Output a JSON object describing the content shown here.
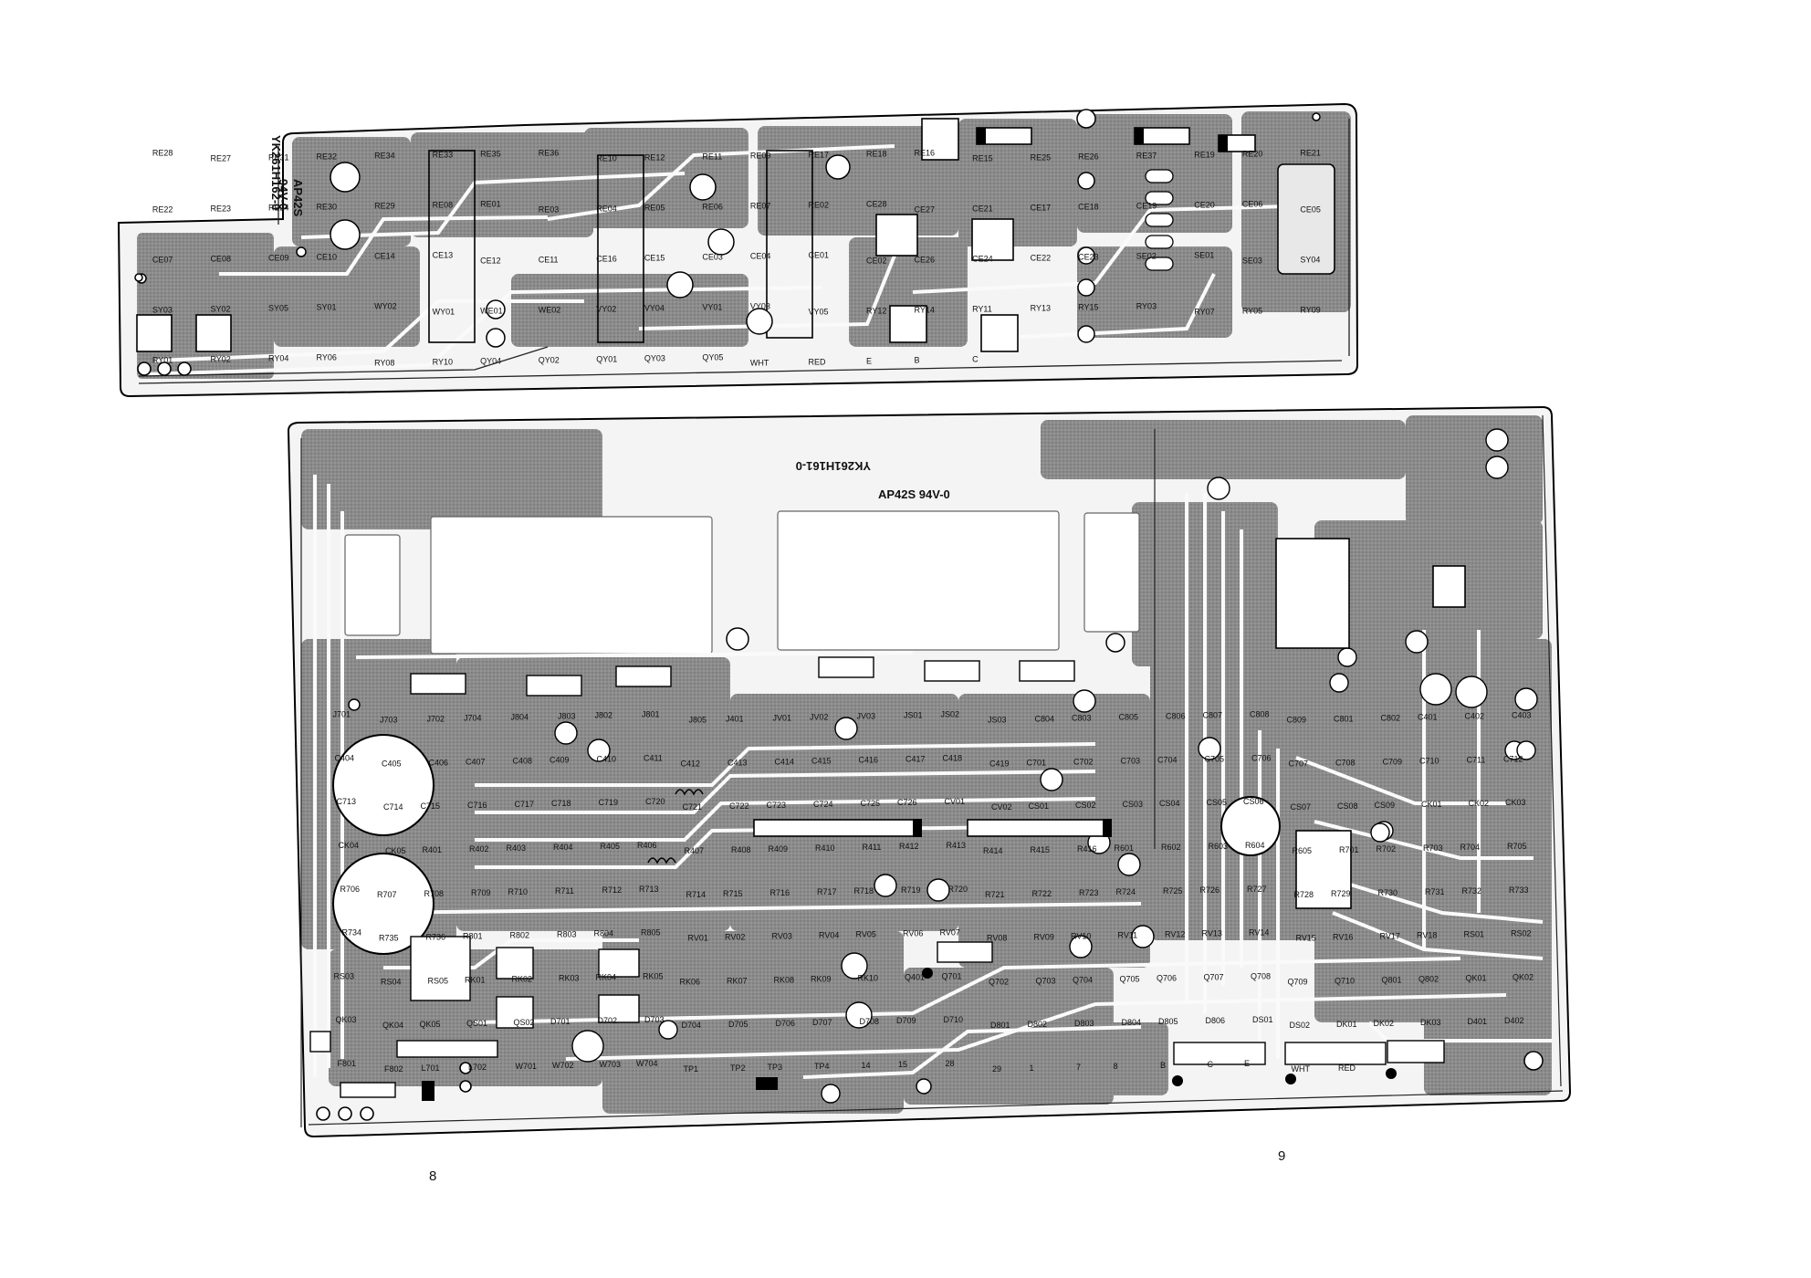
{
  "page_numbers": {
    "left": "8",
    "right": "9"
  },
  "upper_board": {
    "id_text": "YK261H162-0",
    "rating_text": "AP42S\n94V-0",
    "components": [
      "RE28",
      "RE27",
      "RE31",
      "RE32",
      "RE34",
      "RE33",
      "RE35",
      "RE36",
      "RE10",
      "RE12",
      "RE11",
      "RE09",
      "RE17",
      "RE18",
      "RE16",
      "RE15",
      "RE25",
      "RE26",
      "RE37",
      "RE19",
      "RE20",
      "RE21",
      "RE22",
      "RE23",
      "RE24",
      "RE30",
      "RE29",
      "RE08",
      "RE01",
      "RE03",
      "RE04",
      "RE05",
      "RE06",
      "RE07",
      "RE02",
      "CE28",
      "CE27",
      "CE21",
      "CE17",
      "CE18",
      "CE19",
      "CE20",
      "CE06",
      "CE05",
      "CE07",
      "CE08",
      "CE09",
      "CE10",
      "CE14",
      "CE13",
      "CE12",
      "CE11",
      "CE16",
      "CE15",
      "CE03",
      "CE04",
      "CE01",
      "CE02",
      "CE26",
      "CE24",
      "CE22",
      "CE23",
      "SE02",
      "SE01",
      "SE03",
      "SY04",
      "SY03",
      "SY02",
      "SY05",
      "SY01",
      "WY02",
      "WY01",
      "WE01",
      "WE02",
      "VY02",
      "VY04",
      "VY01",
      "VY03",
      "VY05",
      "RY12",
      "RY14",
      "RY11",
      "RY13",
      "RY15",
      "RY03",
      "RY07",
      "RY05",
      "RY09",
      "RY01",
      "RY02",
      "RY04",
      "RY06",
      "RY08",
      "RY10",
      "QY04",
      "QY02",
      "QY01",
      "QY03",
      "QY05",
      "WHT",
      "RED",
      "E",
      "B",
      "C"
    ]
  },
  "lower_board": {
    "id_text": "YK261H161-0",
    "rating_text": "AP42S 94V-0",
    "components": [
      "J701",
      "J703",
      "J702",
      "J704",
      "J804",
      "J803",
      "J802",
      "J801",
      "J805",
      "J401",
      "JV01",
      "JV02",
      "JV03",
      "JS01",
      "JS02",
      "JS03",
      "C804",
      "C803",
      "C805",
      "C806",
      "C807",
      "C808",
      "C809",
      "C801",
      "C802",
      "C401",
      "C402",
      "C403",
      "C404",
      "C405",
      "C406",
      "C407",
      "C408",
      "C409",
      "C410",
      "C411",
      "C412",
      "C413",
      "C414",
      "C415",
      "C416",
      "C417",
      "C418",
      "C419",
      "C701",
      "C702",
      "C703",
      "C704",
      "C705",
      "C706",
      "C707",
      "C708",
      "C709",
      "C710",
      "C711",
      "C712",
      "C713",
      "C714",
      "C715",
      "C716",
      "C717",
      "C718",
      "C719",
      "C720",
      "C721",
      "C722",
      "C723",
      "C724",
      "C725",
      "C726",
      "CV01",
      "CV02",
      "CS01",
      "CS02",
      "CS03",
      "CS04",
      "CS05",
      "CS06",
      "CS07",
      "CS08",
      "CS09",
      "CK01",
      "CK02",
      "CK03",
      "CK04",
      "CK05",
      "R401",
      "R402",
      "R403",
      "R404",
      "R405",
      "R406",
      "R407",
      "R408",
      "R409",
      "R410",
      "R411",
      "R412",
      "R413",
      "R414",
      "R415",
      "R416",
      "R601",
      "R602",
      "R603",
      "R604",
      "R605",
      "R701",
      "R702",
      "R703",
      "R704",
      "R705",
      "R706",
      "R707",
      "R708",
      "R709",
      "R710",
      "R711",
      "R712",
      "R713",
      "R714",
      "R715",
      "R716",
      "R717",
      "R718",
      "R719",
      "R720",
      "R721",
      "R722",
      "R723",
      "R724",
      "R725",
      "R726",
      "R727",
      "R728",
      "R729",
      "R730",
      "R731",
      "R732",
      "R733",
      "R734",
      "R735",
      "R736",
      "R801",
      "R802",
      "R803",
      "R804",
      "R805",
      "RV01",
      "RV02",
      "RV03",
      "RV04",
      "RV05",
      "RV06",
      "RV07",
      "RV08",
      "RV09",
      "RV10",
      "RV11",
      "RV12",
      "RV13",
      "RV14",
      "RV15",
      "RV16",
      "RV17",
      "RV18",
      "RS01",
      "RS02",
      "RS03",
      "RS04",
      "RS05",
      "RK01",
      "RK02",
      "RK03",
      "RK04",
      "RK05",
      "RK06",
      "RK07",
      "RK08",
      "RK09",
      "RK10",
      "Q401",
      "Q701",
      "Q702",
      "Q703",
      "Q704",
      "Q705",
      "Q706",
      "Q707",
      "Q708",
      "Q709",
      "Q710",
      "Q801",
      "Q802",
      "QK01",
      "QK02",
      "QK03",
      "QK04",
      "QK05",
      "QS01",
      "QS02",
      "D701",
      "D702",
      "D703",
      "D704",
      "D705",
      "D706",
      "D707",
      "D708",
      "D709",
      "D710",
      "D801",
      "D802",
      "D803",
      "D804",
      "D805",
      "D806",
      "DS01",
      "DS02",
      "DK01",
      "DK02",
      "DK03",
      "D401",
      "D402",
      "F801",
      "F802",
      "L701",
      "L702",
      "W701",
      "W702",
      "W703",
      "W704",
      "TP1",
      "TP2",
      "TP3",
      "TP4",
      "14",
      "15",
      "28",
      "29",
      "1",
      "7",
      "8",
      "B",
      "C",
      "E",
      "WHT",
      "RED"
    ]
  }
}
